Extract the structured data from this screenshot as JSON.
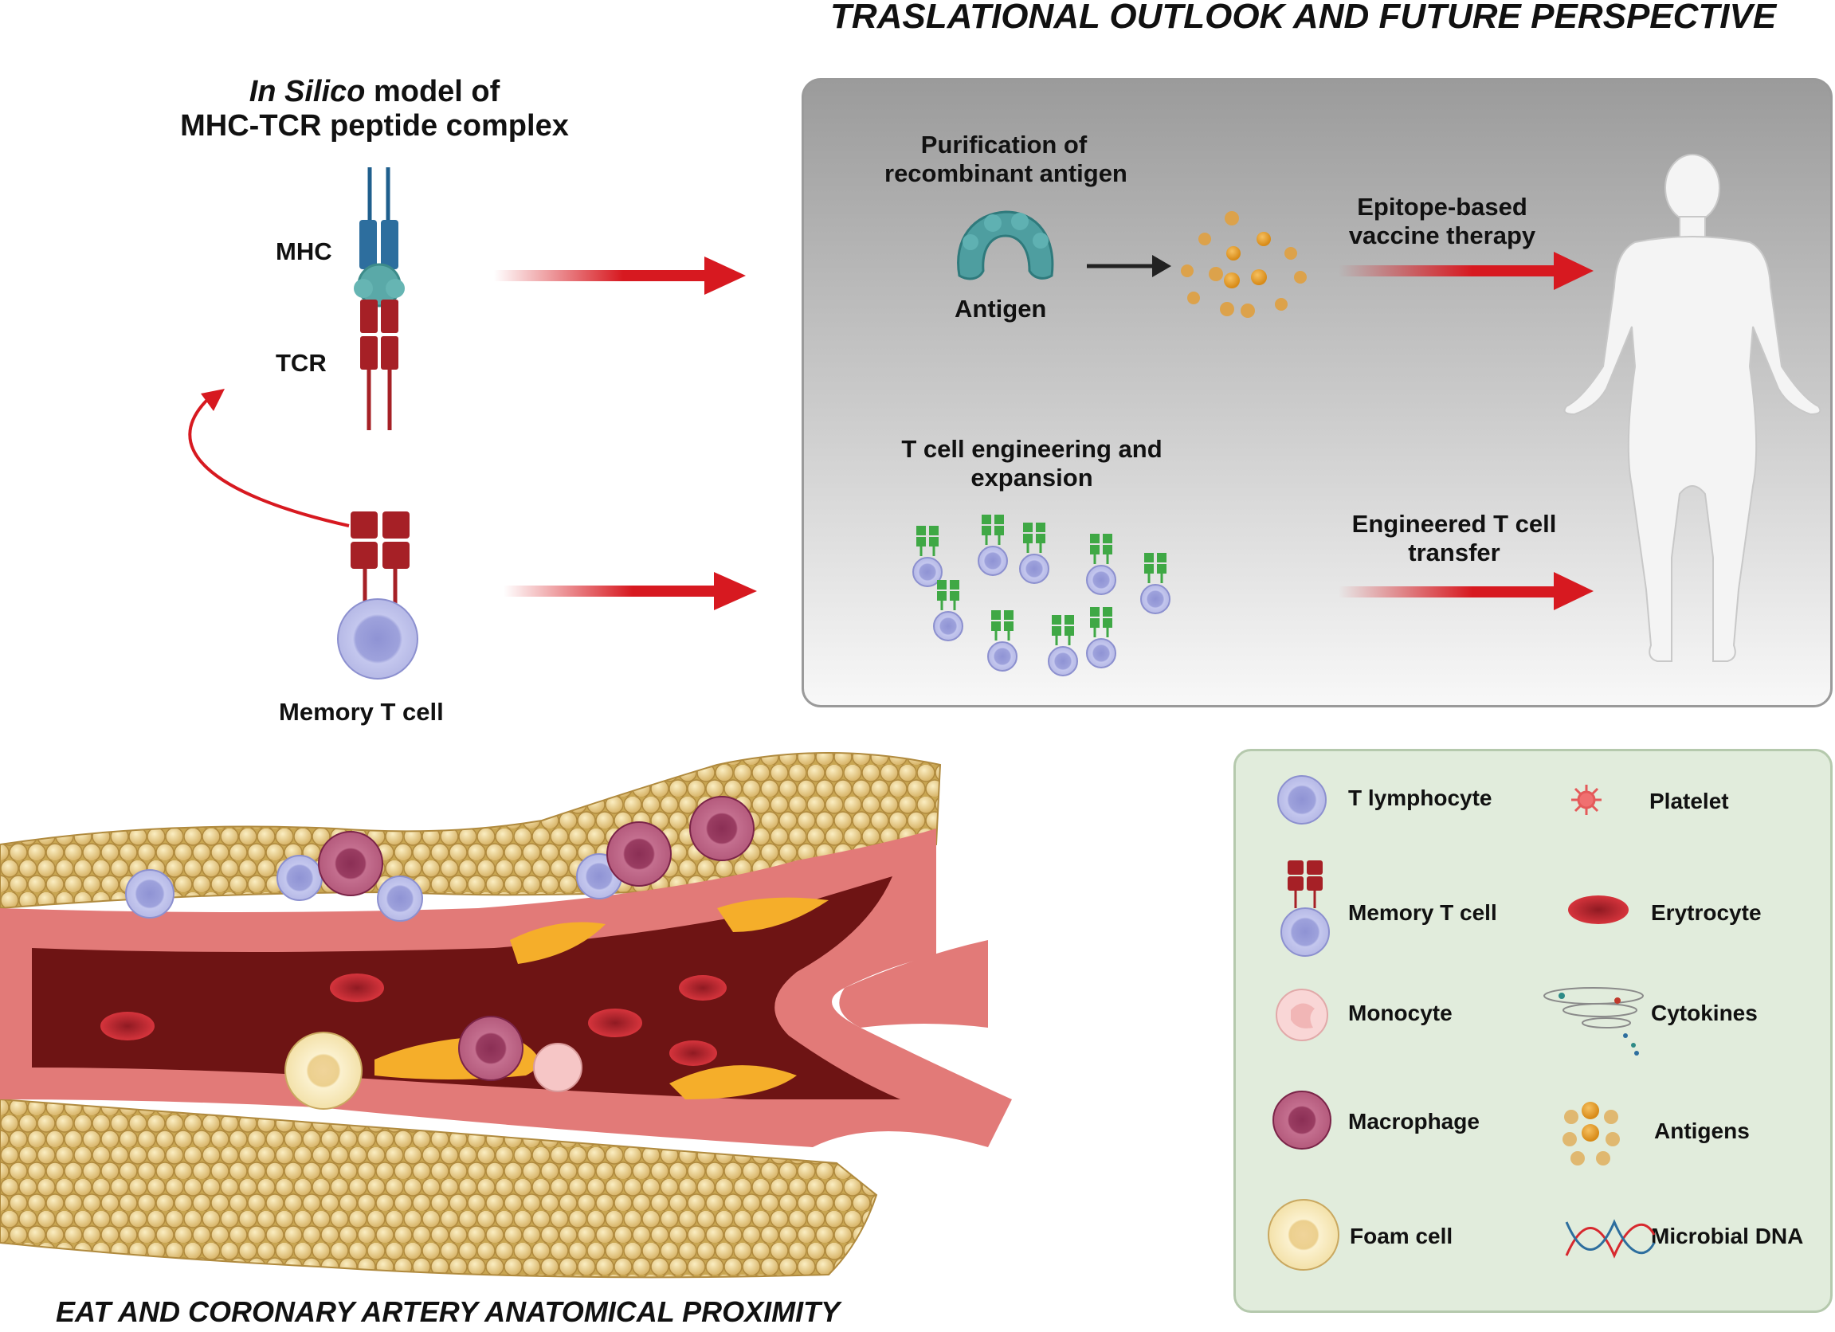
{
  "titles": {
    "top": "TRASLATIONAL OUTLOOK AND FUTURE PERSPECTIVE",
    "bottom": "EAT AND CORONARY ARTERY ANATOMICAL PROXIMITY"
  },
  "model": {
    "title_italic": "In Silico",
    "title_rest": " model of",
    "title_line2": "MHC-TCR peptide complex",
    "mhc": "MHC",
    "tcr": "TCR",
    "memory_t_cell": "Memory T cell"
  },
  "outlook": {
    "purification_line1": "Purification of",
    "purification_line2": "recombinant antigen",
    "antigen": "Antigen",
    "epitope_line1": "Epitope-based",
    "epitope_line2": "vaccine therapy",
    "engineering_line1": "T cell engineering and",
    "engineering_line2": "expansion",
    "transfer_line1": "Engineered T cell",
    "transfer_line2": "transfer"
  },
  "legend": {
    "t_lymphocyte": "T lymphocyte",
    "platelet": "Platelet",
    "memory_t_cell": "Memory T cell",
    "erytrocyte": "Erytrocyte",
    "monocyte": "Monocyte",
    "cytokines": "Cytokines",
    "macrophage": "Macrophage",
    "antigens": "Antigens",
    "foam_cell": "Foam cell",
    "microbial_dna": "Microbial DNA"
  },
  "colors": {
    "arrow_red": "#d71920",
    "mhc_blue": "#2d6e9e",
    "tcr_red": "#a62026",
    "lymphocyte": "#b9bde8",
    "receptor_green": "#3fa845",
    "antigen_orange": "#e9a431",
    "adipose": "#e8cd86",
    "vessel_dark": "#6e1414",
    "vessel_wall": "#e27a78",
    "plaque": "#f5ae2a"
  }
}
